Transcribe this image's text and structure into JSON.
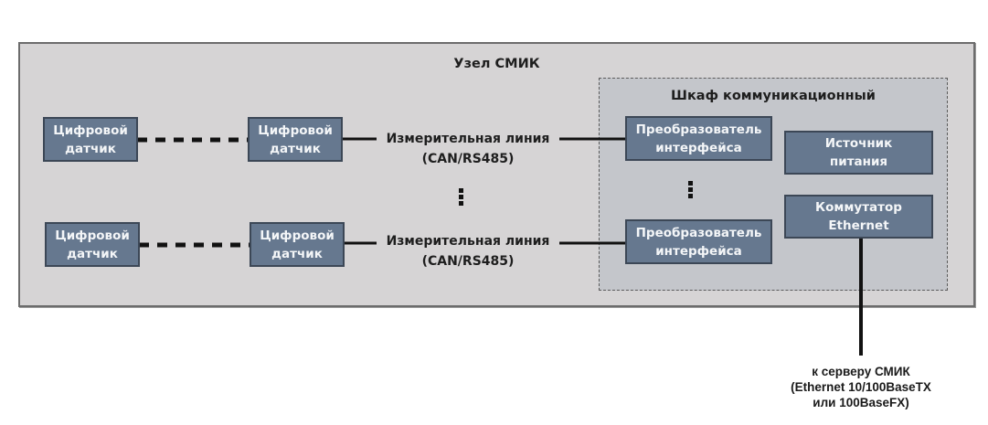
{
  "node": {
    "title": "Узел СМИК"
  },
  "cabinet": {
    "title": "Шкаф коммуникационный"
  },
  "sensors": [
    {
      "line1": "Цифровой",
      "line2": "датчик"
    },
    {
      "line1": "Цифровой",
      "line2": "датчик"
    },
    {
      "line1": "Цифровой",
      "line2": "датчик"
    },
    {
      "line1": "Цифровой",
      "line2": "датчик"
    }
  ],
  "measurement_lines": [
    {
      "line1": "Измерительная линия",
      "line2": "(CAN/RS485)"
    },
    {
      "line1": "Измерительная линия",
      "line2": "(CAN/RS485)"
    }
  ],
  "converters": [
    {
      "line1": "Преобразователь",
      "line2": "интерфейса"
    },
    {
      "line1": "Преобразователь",
      "line2": "интерфейса"
    }
  ],
  "power_supply": {
    "line1": "Источник",
    "line2": "питания"
  },
  "switch": {
    "line1": "Коммутатор",
    "line2": "Ethernet"
  },
  "server_link": {
    "line1": "к серверу СМИК",
    "line2": "(Ethernet 10/100BaseTX",
    "line3": "или 100BaseFX)"
  },
  "ellipsis": "⋮"
}
